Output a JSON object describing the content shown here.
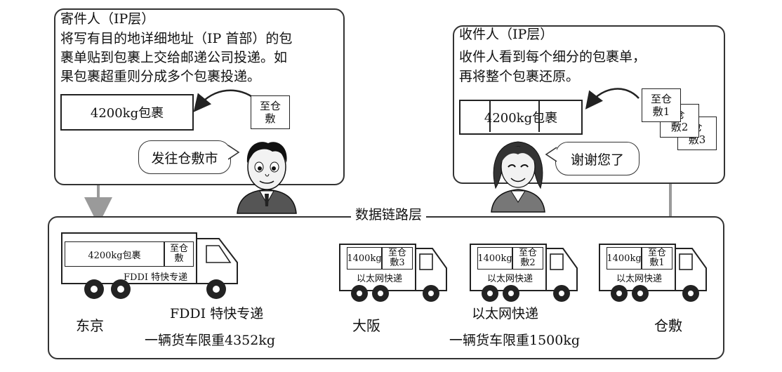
{
  "sender": {
    "title": "寄件人（IP层）",
    "desc_lines": [
      "将写有目的地详细地址（IP 首部）的包",
      "裹单贴到包裹上交给邮递公司投递。如",
      "果包裹超重则分成多个包裹投递。"
    ],
    "package": "4200kg包裹",
    "note": [
      "至仓",
      "敷"
    ],
    "speech": "发往仓敷市"
  },
  "receiver": {
    "title": "收件人（IP层）",
    "desc_lines": [
      "收件人看到每个细分的包裹单，",
      "再将整个包裹还原。"
    ],
    "package": "4200kg包裹",
    "notes": [
      [
        "至仓",
        "敷1"
      ],
      [
        "仓",
        "敷2"
      ],
      [
        "仓",
        "敷3"
      ]
    ],
    "speech": "谢谢您了"
  },
  "datalink": {
    "title": "数据链路层",
    "trucks": [
      {
        "cargo": "4200kg包裹",
        "note": [
          "至仓",
          "敷"
        ],
        "label": "FDDI 特快专递"
      },
      {
        "cargo": "1400kg",
        "note": [
          "至仓",
          "敷3"
        ],
        "label": "以太网快递"
      },
      {
        "cargo": "1400kg",
        "note": [
          "至仓",
          "敷2"
        ],
        "label": "以太网快递"
      },
      {
        "cargo": "1400kg",
        "note": [
          "至仓",
          "敷1"
        ],
        "label": "以太网快递"
      }
    ],
    "cities": {
      "tokyo": "东京",
      "osaka": "大阪",
      "kurashiki": "仓敷"
    },
    "route1": {
      "name": "FDDI 特快专递",
      "limit": "一辆货车限重4352kg"
    },
    "route2": {
      "name": "以太网快递",
      "limit": "一辆货车限重1500kg"
    }
  },
  "colors": {
    "arrow": "#9a9a9a",
    "line": "#222222"
  }
}
